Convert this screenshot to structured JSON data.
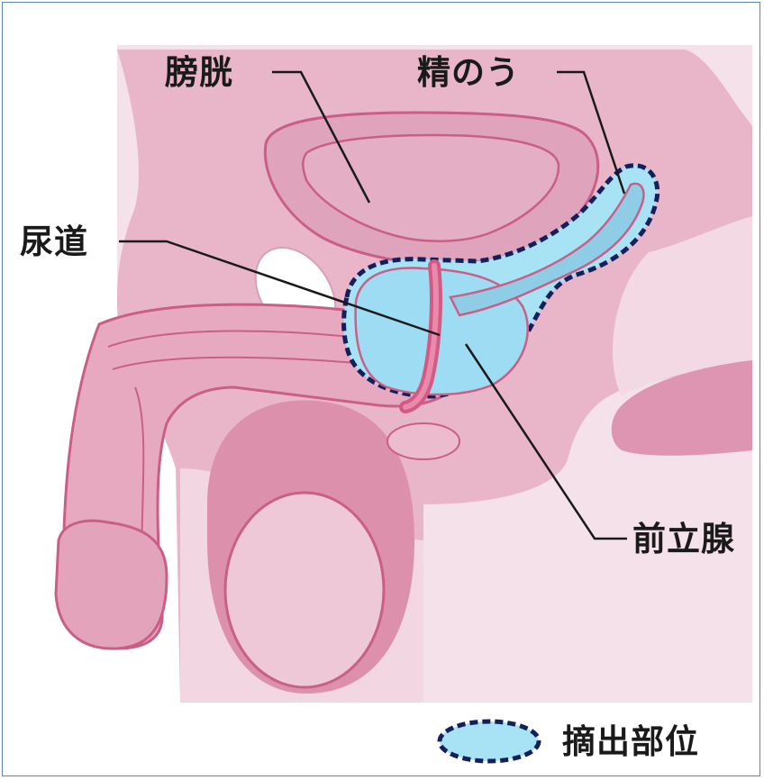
{
  "diagram": {
    "labels": {
      "bladder": "膀胱",
      "seminal_vesicle": "精のう",
      "urethra": "尿道",
      "prostate": "前立腺"
    },
    "legend": {
      "text": "摘出部位"
    }
  },
  "colors": {
    "body_light": "#f3dde6",
    "body_mid": "#e8b6c9",
    "body_dark": "#dd95b1",
    "organ_line": "#c95f86",
    "highlight_fill": "#a8e2f5",
    "highlight_border": "#14205c",
    "frame_border": "#5b84b5"
  }
}
